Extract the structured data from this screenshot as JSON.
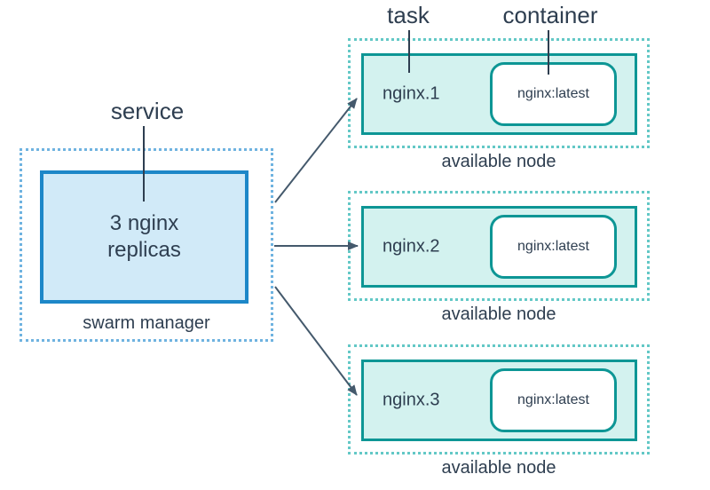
{
  "diagram": {
    "labels": {
      "service": "service",
      "task": "task",
      "container": "container"
    },
    "manager": {
      "box_text": "3 nginx replicas",
      "caption": "swarm manager"
    },
    "nodes": [
      {
        "task": "nginx.1",
        "container_image": "nginx:latest",
        "caption": "available node"
      },
      {
        "task": "nginx.2",
        "container_image": "nginx:latest",
        "caption": "available node"
      },
      {
        "task": "nginx.3",
        "container_image": "nginx:latest",
        "caption": "available node"
      }
    ],
    "colors": {
      "manager_border": "#1d87c8",
      "manager_fill": "#d1eaf8",
      "manager_dotted": "#6fb3e0",
      "node_border": "#0d9695",
      "node_fill": "#d3f2ef",
      "node_dotted": "#63c8c6",
      "text": "#2e3e50",
      "arrow": "#44596c"
    }
  }
}
